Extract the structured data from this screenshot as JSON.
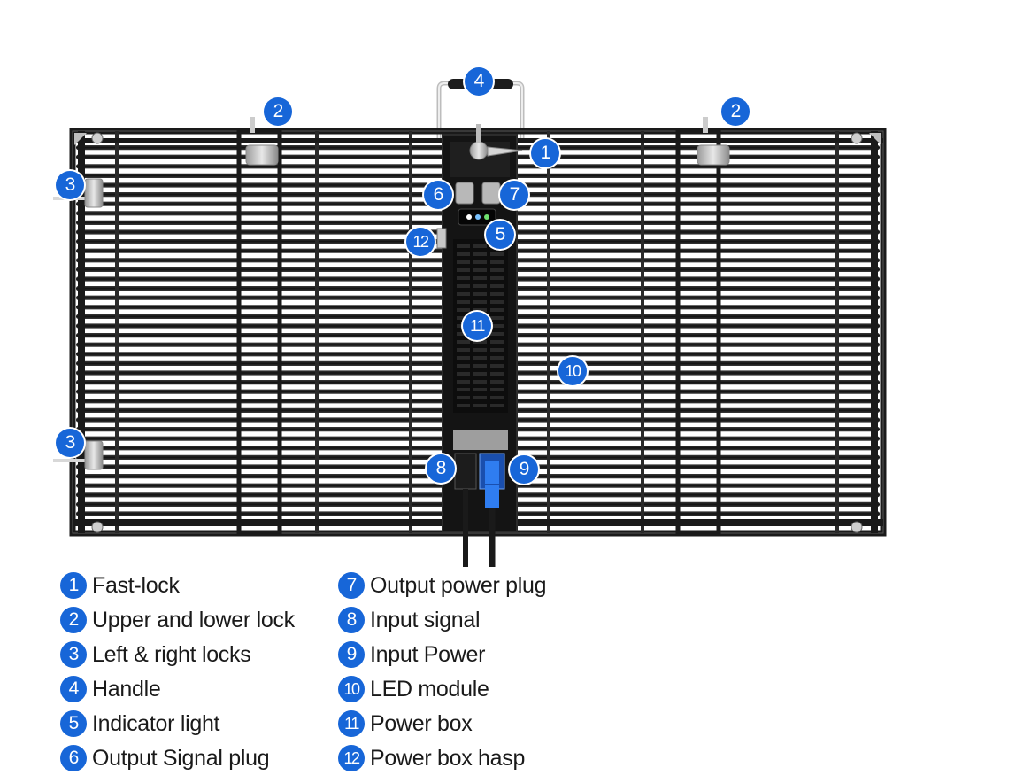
{
  "accent_color": "#1766d8",
  "callouts": [
    {
      "num": "1",
      "label": "Fast-lock"
    },
    {
      "num": "2",
      "label": "Upper and lower lock"
    },
    {
      "num": "3",
      "label": "Left & right locks"
    },
    {
      "num": "4",
      "label": "Handle"
    },
    {
      "num": "5",
      "label": "Indicator light"
    },
    {
      "num": "6",
      "label": "Output Signal plug"
    },
    {
      "num": "7",
      "label": "Output power plug"
    },
    {
      "num": "8",
      "label": "Input signal"
    },
    {
      "num": "9",
      "label": "Input Power"
    },
    {
      "num": "10",
      "label": "LED module"
    },
    {
      "num": "11",
      "label": "Power box"
    },
    {
      "num": "12",
      "label": "Power box hasp"
    }
  ]
}
